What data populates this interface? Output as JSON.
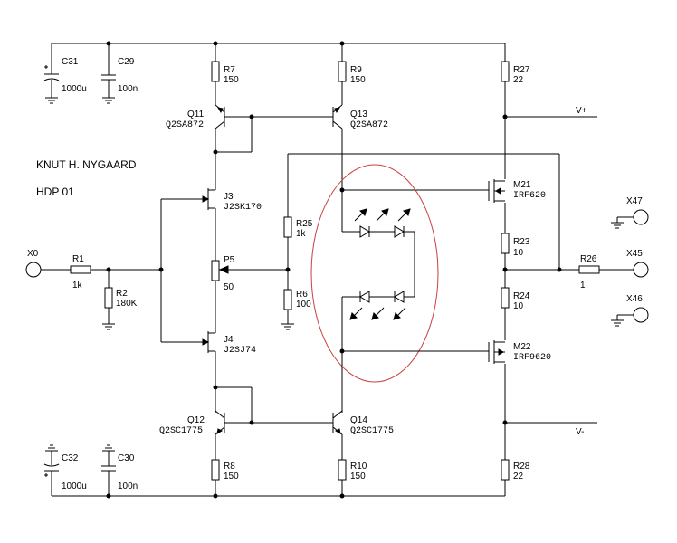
{
  "author": "KNUT H. NYGAARD",
  "project": "HDP 01",
  "rails": {
    "pos": "V+",
    "neg": "V-"
  },
  "connectors": {
    "x0": "X0",
    "x45": "X45",
    "x46": "X46",
    "x47": "X47"
  },
  "components": {
    "c31": {
      "ref": "C31",
      "value": "1000u"
    },
    "c29": {
      "ref": "C29",
      "value": "100n"
    },
    "c32": {
      "ref": "C32",
      "value": "1000u"
    },
    "c30": {
      "ref": "C30",
      "value": "100n"
    },
    "r1": {
      "ref": "R1",
      "value": "1k"
    },
    "r2": {
      "ref": "R2",
      "value": "180K"
    },
    "r7": {
      "ref": "R7",
      "value": "150"
    },
    "r8": {
      "ref": "R8",
      "value": "150"
    },
    "r9": {
      "ref": "R9",
      "value": "150"
    },
    "r10": {
      "ref": "R10",
      "value": "150"
    },
    "r25": {
      "ref": "R25",
      "value": "1k"
    },
    "r6": {
      "ref": "R6",
      "value": "100"
    },
    "p5": {
      "ref": "P5",
      "value": "50"
    },
    "r27": {
      "ref": "R27",
      "value": "22"
    },
    "r28": {
      "ref": "R28",
      "value": "22"
    },
    "r23": {
      "ref": "R23",
      "value": "10"
    },
    "r24": {
      "ref": "R24",
      "value": "10"
    },
    "r26": {
      "ref": "R26",
      "value": "1"
    },
    "q11": {
      "ref": "Q11",
      "value": "Q2SA872"
    },
    "q13": {
      "ref": "Q13",
      "value": "Q2SA872"
    },
    "q12": {
      "ref": "Q12",
      "value": "Q2SC1775"
    },
    "q14": {
      "ref": "Q14",
      "value": "Q2SC1775"
    },
    "j3": {
      "ref": "J3",
      "value": "J2SK170"
    },
    "j4": {
      "ref": "J4",
      "value": "J2SJ74"
    },
    "m21": {
      "ref": "M21",
      "value": "IRF620"
    },
    "m22": {
      "ref": "M22",
      "value": "IRF9620"
    }
  }
}
